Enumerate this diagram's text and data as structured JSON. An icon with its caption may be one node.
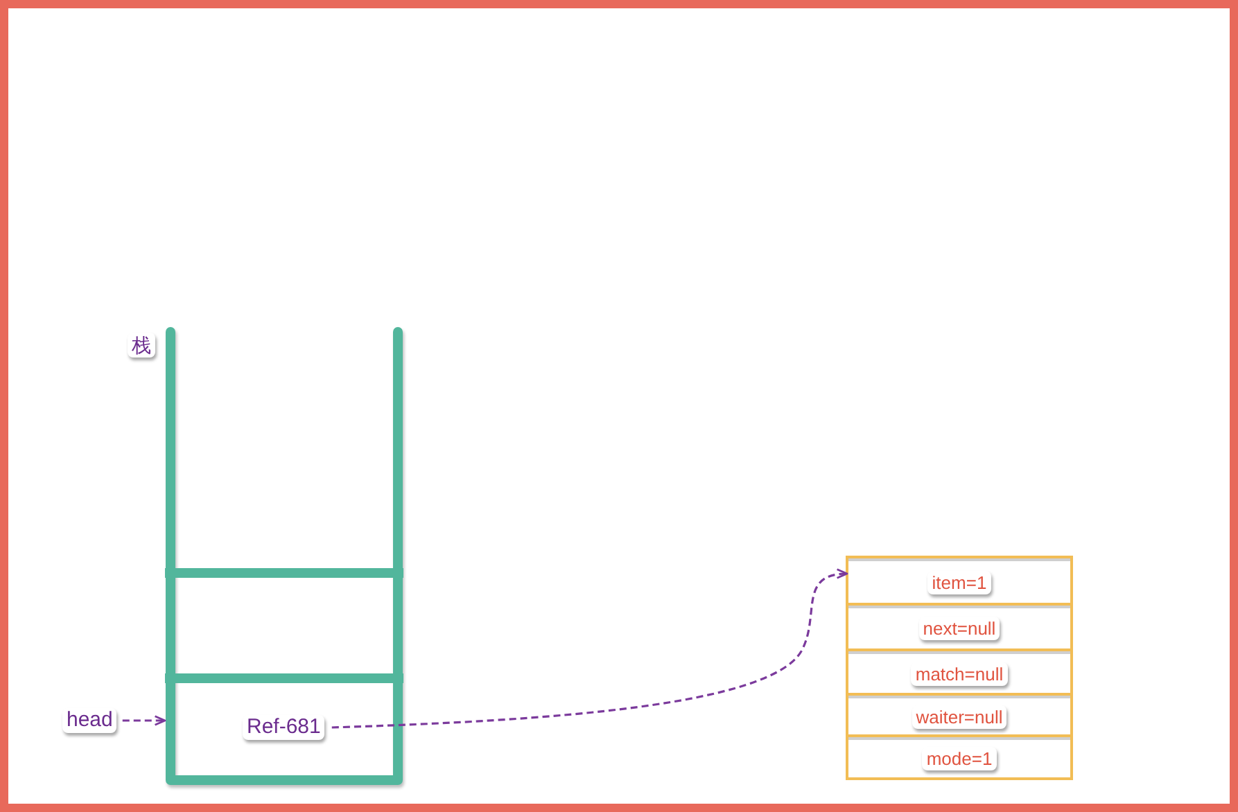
{
  "diagram": {
    "nodes": [
      {
        "text": [
          "栈"
        ]
      },
      {
        "text": [],
        "shape": "box",
        "in": 0
      },
      {
        "text": [],
        "shape": "box",
        "in": 0
      },
      {
        "text": [
          "Ref-681"
        ],
        "in": 2
      },
      {
        "text": [
          "head"
        ]
      },
      {
        "text": [],
        "shape": "box"
      },
      {
        "text": [
          "item=1"
        ],
        "in": 5
      },
      {
        "text": [
          "next=null"
        ],
        "in": 5
      },
      {
        "text": [
          "match=null"
        ],
        "in": 5
      },
      {
        "text": [
          "waiter=null"
        ],
        "in": 5
      },
      {
        "text": [
          "mode=1"
        ],
        "in": 5
      }
    ],
    "edges": [
      {
        "from": 4,
        "to": 2,
        "arrow": "to",
        "style": "dashed"
      },
      {
        "from": 3,
        "to": 6,
        "arrow": "to",
        "style": "dashed"
      }
    ]
  }
}
